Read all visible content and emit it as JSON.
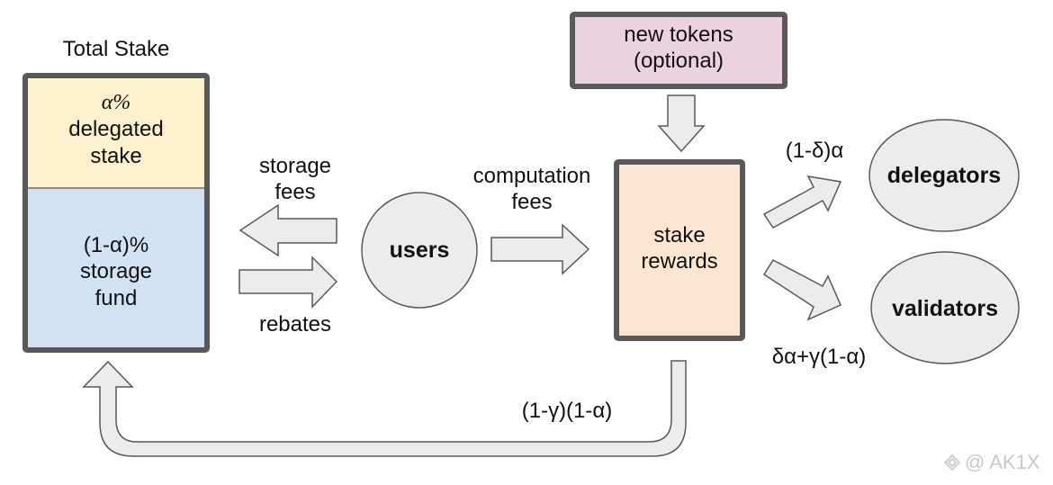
{
  "colors": {
    "delegated_fill": "#fdf0cc",
    "storage_fill": "#d3e2f2",
    "new_tokens_fill": "#ead2e0",
    "stake_rewards_fill": "#fde6d1",
    "box_border": "#595959",
    "shape_fill": "#ececec",
    "shape_stroke": "#595959"
  },
  "total_stake": {
    "title": "Total Stake",
    "delegated": {
      "line1": "α%",
      "line2": "delegated",
      "line3": "stake"
    },
    "storage": {
      "line1": "(1-α)%",
      "line2": "storage",
      "line3": "fund"
    }
  },
  "labels": {
    "storage_fees": {
      "line1": "storage",
      "line2": "fees"
    },
    "rebates": "rebates",
    "computation_fees": {
      "line1": "computation",
      "line2": "fees"
    },
    "delegators_share": "(1-δ)α",
    "validators_share": "δα+γ(1-α)",
    "storage_fund_return": "(1-γ)(1-α)"
  },
  "nodes": {
    "users": "users",
    "new_tokens": {
      "line1": "new tokens",
      "line2": "(optional)"
    },
    "stake_rewards": {
      "line1": "stake",
      "line2": "rewards"
    },
    "delegators": "delegators",
    "validators": "validators"
  },
  "watermark": {
    "icon": "binance-logo-icon",
    "text": "@ AK1X"
  }
}
